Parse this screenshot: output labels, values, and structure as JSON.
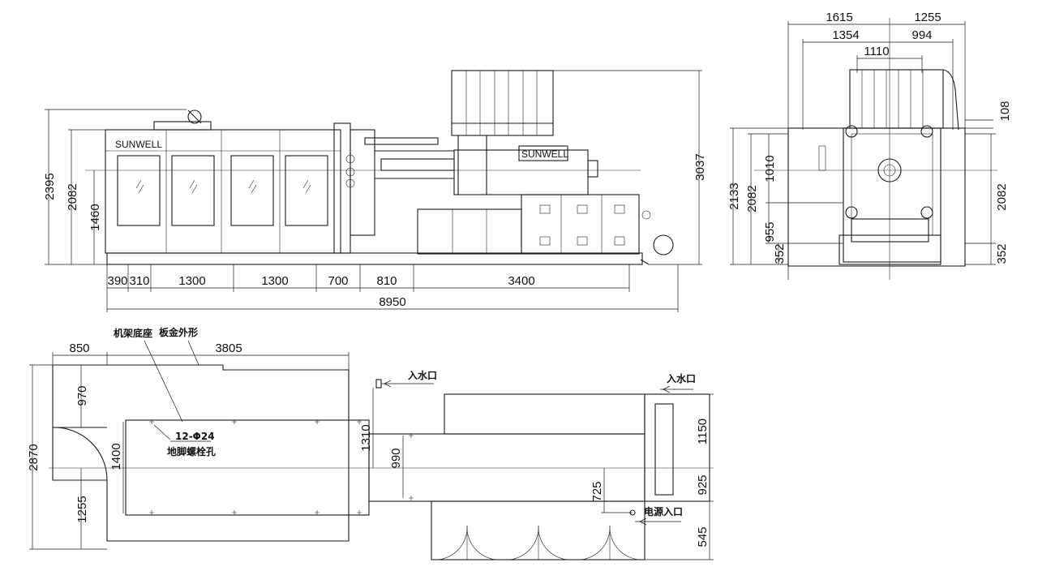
{
  "side_view": {
    "dims_bottom": [
      "390",
      "310",
      "1300",
      "1300",
      "700",
      "810",
      "3400"
    ],
    "total_length": "8950",
    "heights_left": [
      "2395",
      "2082",
      "1460"
    ],
    "height_right": "3037",
    "logo_left": "SUNWELL",
    "logo_unit": "SUNWELL"
  },
  "end_view": {
    "top_dims": [
      "1615",
      "1255"
    ],
    "second_dims": [
      "1354",
      "994"
    ],
    "center_dim": "1110",
    "right_top": "108",
    "left_heights": [
      "2133",
      "2082",
      "1010",
      "955",
      "352"
    ],
    "right_heights": [
      "2082",
      "352"
    ]
  },
  "plan_view": {
    "top_dims": [
      "850",
      "3805"
    ],
    "left_dims": [
      "2870",
      "970",
      "1255"
    ],
    "inner_dims": [
      "1400",
      "1310",
      "990"
    ],
    "right_dims": [
      "1150",
      "925",
      "545"
    ],
    "mid_dim": "725",
    "label_frame_base": "机架底座",
    "label_sheet_metal": "板金外形",
    "bolt_spec": "12-Φ24",
    "bolt_label": "地脚螺栓孔",
    "water_inlet_1": "入水口",
    "water_inlet_2": "入水口",
    "power_inlet": "电源入口"
  }
}
